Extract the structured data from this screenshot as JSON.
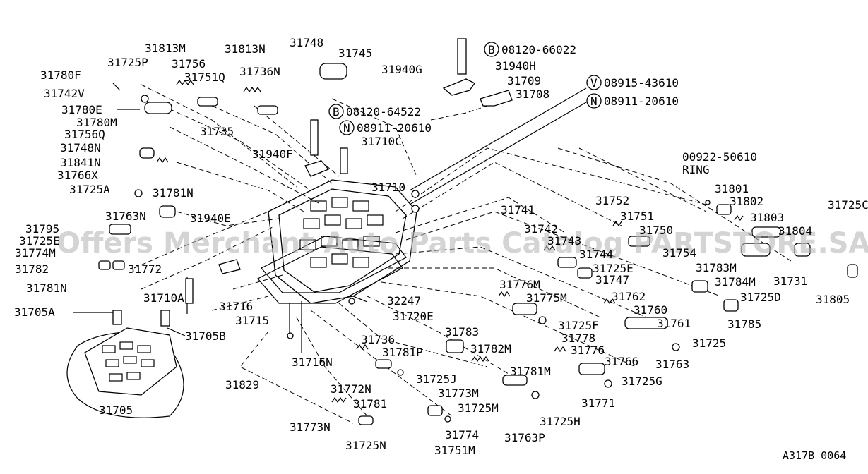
{
  "diagram": {
    "code": "A317B 0064",
    "watermark": "Offers Merchant Auto Parts Catalog PARTSTORE.SA",
    "labels": {
      "p31780F": "31780F",
      "p31742V": "31742V",
      "p31780E": "31780E",
      "p31780M": "31780M",
      "p31756Q": "31756Q",
      "p31748N": "31748N",
      "p31841N": "31841N",
      "p31766X": "31766X",
      "p31725A": "31725A",
      "p31781N": "31781N",
      "p31763N": "31763N",
      "p31795": "31795",
      "p31725E_l": "31725E",
      "p31774M": "31774M",
      "p31782": "31782",
      "p31772": "31772",
      "p31781N_b": "31781N",
      "p31705A": "31705A",
      "p31705B": "31705B",
      "p31705": "31705",
      "p31813M": "31813M",
      "p31725P": "31725P",
      "p31756": "31756",
      "p31751Q": "31751Q",
      "p31813N": "31813N",
      "p31736N": "31736N",
      "p31735": "31735",
      "p31748": "31748",
      "p31745": "31745",
      "p31940G": "31940G",
      "p31940H": "31940H",
      "p31709": "31709",
      "p31708": "31708",
      "p31940F": "31940F",
      "p31710C": "31710C",
      "p31710": "31710",
      "p31940E": "31940E",
      "p31710A": "31710A",
      "p31716": "31716",
      "p31715": "31715",
      "p31716N": "31716N",
      "p31829": "31829",
      "p32247": "32247",
      "p31720E": "31720E",
      "p31736": "31736",
      "p31781P": "31781P",
      "p31725J": "31725J",
      "p31773M": "31773M",
      "p31772N": "31772N",
      "p31781": "31781",
      "p31773N": "31773N",
      "p31725N": "31725N",
      "p31774": "31774",
      "p31751M": "31751M",
      "p31725M": "31725M",
      "p31783": "31783",
      "p31782M": "31782M",
      "p31781M": "31781M",
      "p31763P": "31763P",
      "p31725H": "31725H",
      "p31776M": "31776M",
      "p31775M": "31775M",
      "p31725F": "31725F",
      "p31778": "31778",
      "p31776": "31776",
      "p31766": "31766",
      "p31725G": "31725G",
      "p31771": "31771",
      "p31741": "31741",
      "p31742": "31742",
      "p31743": "31743",
      "p31744": "31744",
      "p31725E_r": "31725E",
      "p31747": "31747",
      "p31752": "31752",
      "p31751": "31751",
      "p31750": "31750",
      "p31754": "31754",
      "p31762": "31762",
      "p31760": "31760",
      "p31761": "31761",
      "p31725": "31725",
      "p31763": "31763",
      "p31783M": "31783M",
      "p31784M": "31784M",
      "p31725D": "31725D",
      "p31785": "31785",
      "p31731": "31731",
      "p00922": "00922-50610",
      "ring": "RING",
      "p31801": "31801",
      "p31802": "31802",
      "p31803": "31803",
      "p31804": "31804",
      "p31725C": "31725C",
      "p31805": "31805"
    },
    "callouts": {
      "b1": {
        "mark": "B",
        "num": "08120-66022"
      },
      "b2": {
        "mark": "B",
        "num": "08120-64522"
      },
      "n1": {
        "mark": "N",
        "num": "08911-20610"
      },
      "v1": {
        "mark": "V",
        "num": "08915-43610"
      },
      "n2": {
        "mark": "N",
        "num": "08911-20610"
      }
    }
  }
}
